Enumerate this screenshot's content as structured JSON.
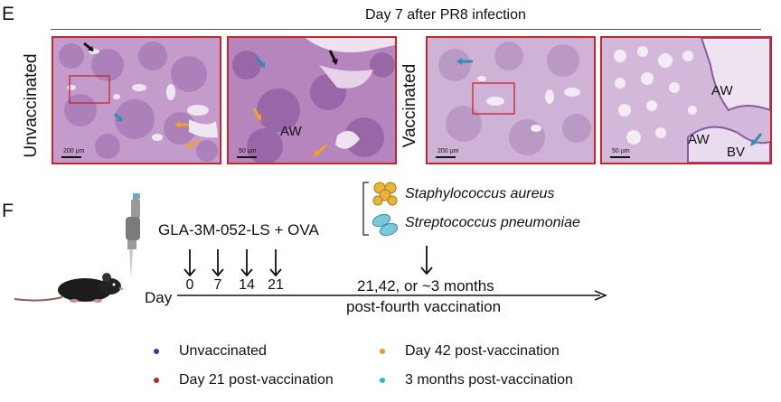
{
  "panel_e": {
    "letter": "E",
    "title": "Day 7 after PR8 infection",
    "unvaccinated_label": "Unvaccinated",
    "vaccinated_label": "Vaccinated",
    "scale_200": "200 µm",
    "scale_50": "50 µm",
    "label_aw": "AW",
    "label_bv": "BV",
    "colors": {
      "frame": "#c8252a",
      "tissue": "#b48bbf",
      "arrow_black": "#111111",
      "arrow_blue": "#2f8fb0",
      "arrow_orange": "#f2a12a"
    }
  },
  "panel_f": {
    "letter": "F",
    "regimen": "GLA-3M-052-LS + OVA",
    "bacteria": [
      {
        "name": "Staphylococcus aureus",
        "icon": "staph-cluster-icon"
      },
      {
        "name": "Streptococcus pneumoniae",
        "icon": "strep-chain-icon"
      }
    ],
    "day_label": "Day",
    "days": [
      "0",
      "7",
      "14",
      "21"
    ],
    "challenge_time": "21,42, or ~3 months",
    "challenge_sub": "post-fourth vaccination",
    "legend": [
      {
        "label": "Unvaccinated",
        "color": "#2b3f9c"
      },
      {
        "label": "Day 42 post-vaccination",
        "color": "#f0962a"
      },
      {
        "label": "Day 21 post-vaccination",
        "color": "#b3262a"
      },
      {
        "label": "3 months post-vaccination",
        "color": "#2bb8c8"
      }
    ]
  }
}
